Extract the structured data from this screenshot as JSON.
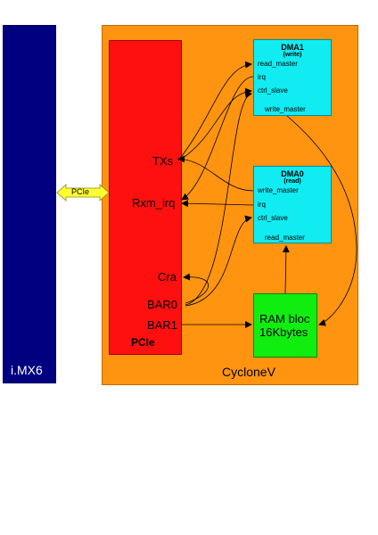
{
  "imx6": {
    "label": "i.MX6"
  },
  "cyclone": {
    "label": "CycloneV"
  },
  "pcie_block": {
    "label": "PCIe",
    "ports": {
      "txs": "TXs",
      "rxm_irq": "Rxm_irq",
      "cra": "Cra",
      "bar0": "BAR0",
      "bar1": "BAR1"
    }
  },
  "pcie_link": {
    "label": "PCIe"
  },
  "dma1": {
    "title": "DMA1",
    "mode": "(write)",
    "read_master": "read_master",
    "irq": "irq",
    "ctrl_slave": "ctrl_slave",
    "write_master": "write_master"
  },
  "dma0": {
    "title": "DMA0",
    "mode": "(read)",
    "write_master": "write_master",
    "irq": "irq",
    "ctrl_slave": "ctrl_slave",
    "read_master": "read_master"
  },
  "ram": {
    "line1": "RAM bloc",
    "line2": "16Kbytes"
  },
  "colors": {
    "imx6": "#000080",
    "cyclone": "#ff9410",
    "pcie": "#ff1010",
    "dma": "#10ecf2",
    "ram": "#10ee10",
    "link_arrow": "#ffff33"
  }
}
